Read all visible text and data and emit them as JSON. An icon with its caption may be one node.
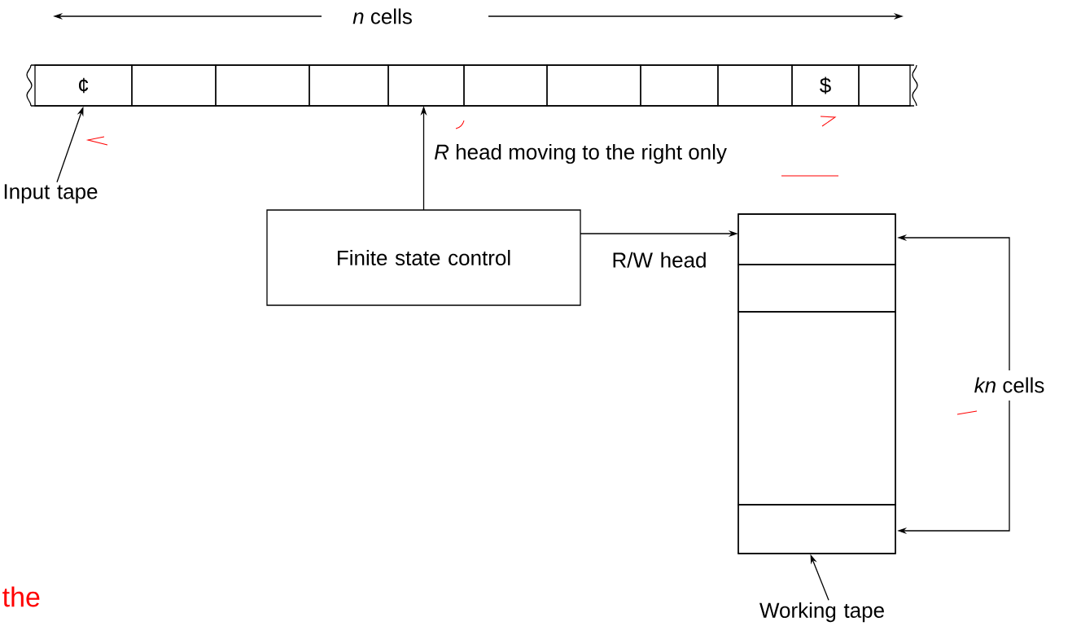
{
  "diagram": {
    "nodes": [
      {
        "text": [],
        "shape": "bar"
      },
      {
        "text": [
          "¢"
        ],
        "in": 0
      },
      {
        "text": [],
        "shape": "box",
        "in": 0
      },
      {
        "text": [],
        "shape": "box",
        "in": 0
      },
      {
        "text": [],
        "shape": "box",
        "in": 0
      },
      {
        "text": [],
        "shape": "box",
        "in": 0
      },
      {
        "text": [],
        "shape": "box",
        "in": 0
      },
      {
        "text": [],
        "shape": "box",
        "in": 0
      },
      {
        "text": [],
        "shape": "box",
        "in": 0
      },
      {
        "text": [],
        "shape": "box",
        "in": 0
      },
      {
        "text": [
          "$"
        ],
        "in": 0
      },
      {
        "text": [],
        "shape": "box",
        "in": 0
      },
      {
        "text": [
          "Input tape"
        ]
      },
      {
        "text": [
          "Finite state control"
        ]
      },
      {
        "text": [],
        "shape": "bar"
      },
      {
        "text": [],
        "shape": "box",
        "in": 14
      },
      {
        "text": [],
        "shape": "box",
        "in": 14
      },
      {
        "text": [],
        "shape": "box",
        "in": 14
      },
      {
        "text": [],
        "shape": "box",
        "in": 14
      },
      {
        "text": [
          "Working tape"
        ]
      }
    ],
    "edges": [
      {
        "from": 12,
        "to": 1,
        "arrow": "to"
      },
      {
        "from": 13,
        "to": 5,
        "arrow": "to",
        "label": "*R* head moving to the right only"
      },
      {
        "from": 13,
        "to": 15,
        "arrow": "to",
        "label": "R/W head"
      },
      {
        "from": 19,
        "to": 14,
        "arrow": "to"
      }
    ],
    "labels": [
      "*n* cells",
      "*kn* cells",
      "the"
    ]
  }
}
